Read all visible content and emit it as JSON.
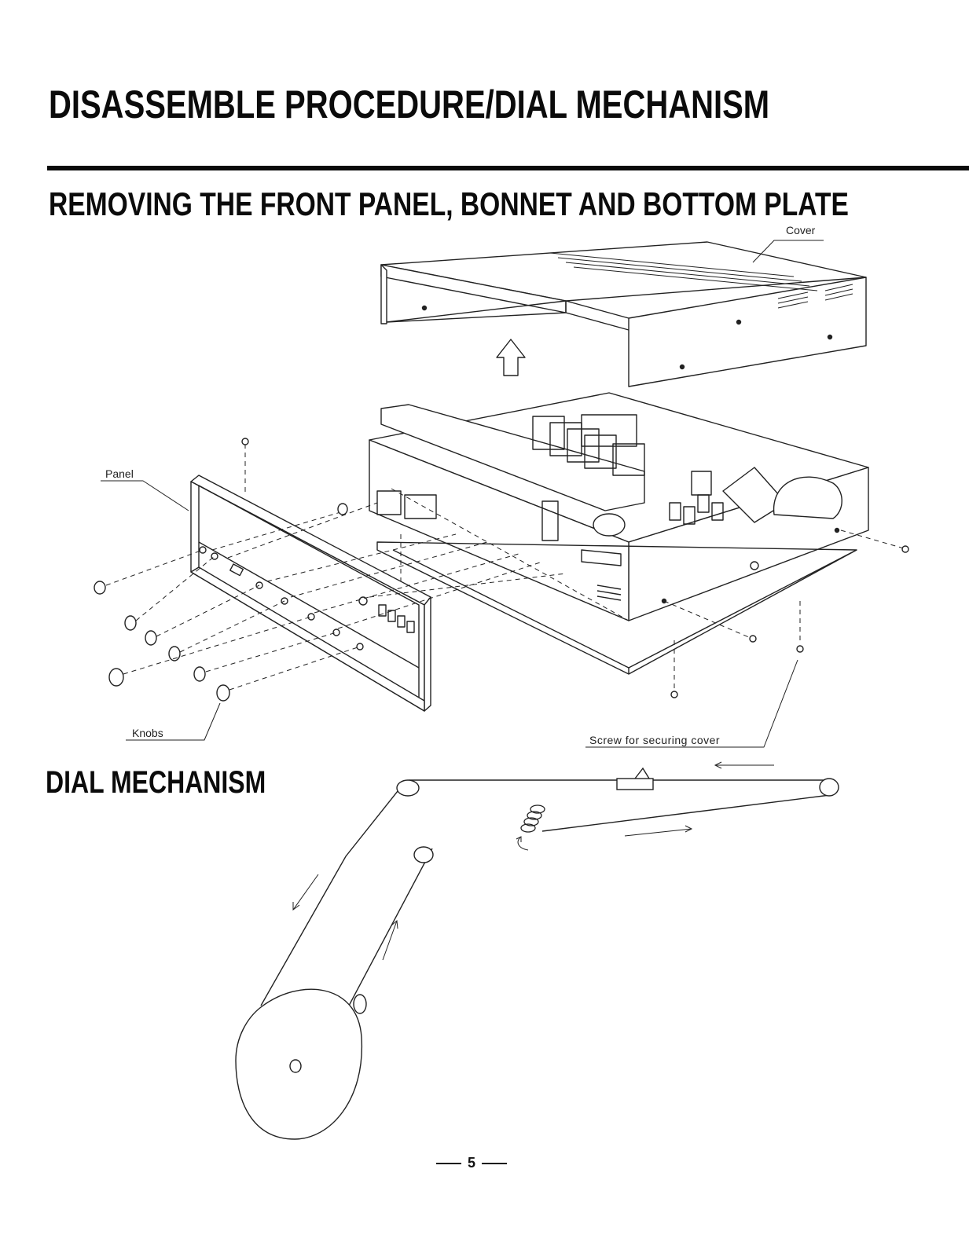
{
  "document": {
    "title": "DISASSEMBLE PROCEDURE/DIAL MECHANISM",
    "page_number": "5"
  },
  "section_1": {
    "title": "REMOVING THE FRONT PANEL, BONNET AND BOTTOM PLATE",
    "callouts": {
      "cover": "Cover",
      "panel": "Panel",
      "knobs": "Knobs",
      "screw": "Screw for securing cover"
    }
  },
  "section_2": {
    "title": "DIAL MECHANISM"
  }
}
